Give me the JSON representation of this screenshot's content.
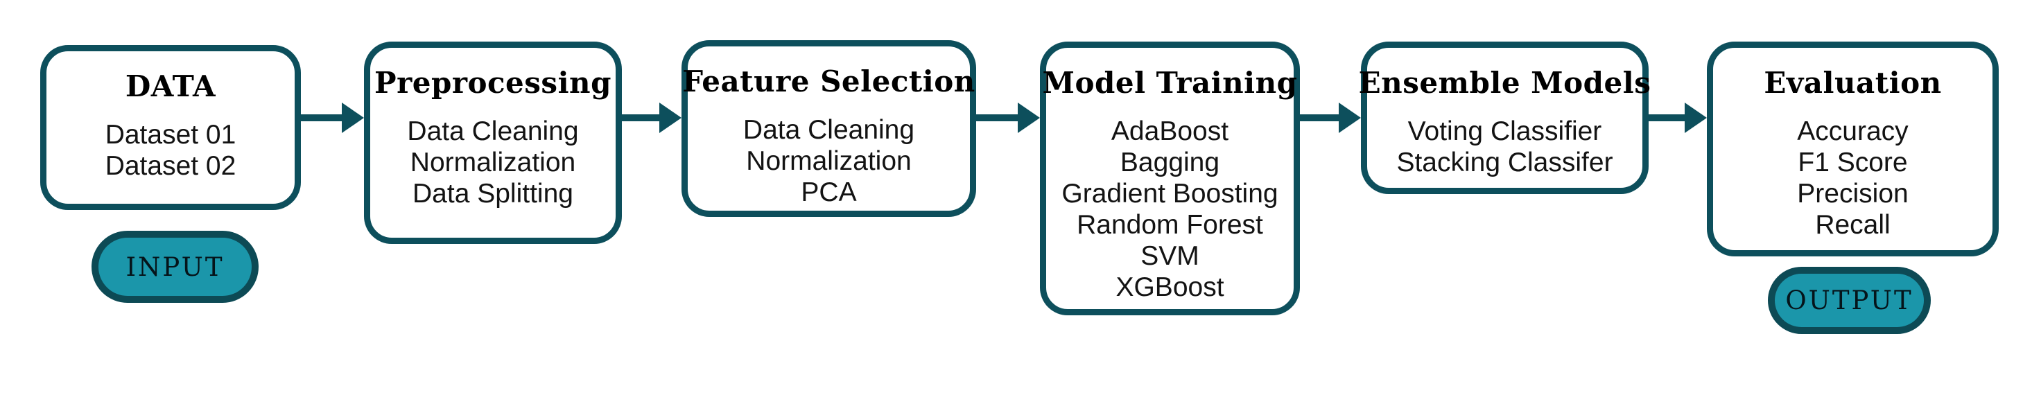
{
  "diagram": {
    "title_meaning": "Machine learning pipeline flowchart",
    "stages": [
      {
        "title": "DATA",
        "items": [
          "Dataset 01",
          "Dataset 02"
        ]
      },
      {
        "title": "Preprocessing",
        "items": [
          "Data Cleaning",
          "Normalization",
          "Data Splitting"
        ]
      },
      {
        "title": "Feature Selection",
        "items": [
          "Data Cleaning",
          "Normalization",
          "PCA"
        ]
      },
      {
        "title": "Model Training",
        "items": [
          "AdaBoost",
          "Bagging",
          "Gradient Boosting",
          "Random Forest",
          "SVM",
          "XGBoost"
        ]
      },
      {
        "title": "Ensemble Models",
        "items": [
          "Voting Classifier",
          "Stacking Classifer"
        ]
      },
      {
        "title": "Evaluation",
        "items": [
          "Accuracy",
          "F1 Score",
          "Precision",
          "Recall"
        ]
      }
    ],
    "badges": {
      "input": "INPUT",
      "output": "OUTPUT"
    },
    "flow": [
      "DATA",
      "Preprocessing",
      "Feature Selection",
      "Model Training",
      "Ensemble Models",
      "Evaluation"
    ],
    "colors": {
      "box_border": "#0d4f5c",
      "arrow": "#0d4f5c",
      "badge_fill": "#1b96aa",
      "badge_border": "#0d4a55",
      "box_fill": "#ffffff",
      "background": "#ffffff",
      "title_text": "#000000",
      "item_text": "#131313"
    }
  }
}
